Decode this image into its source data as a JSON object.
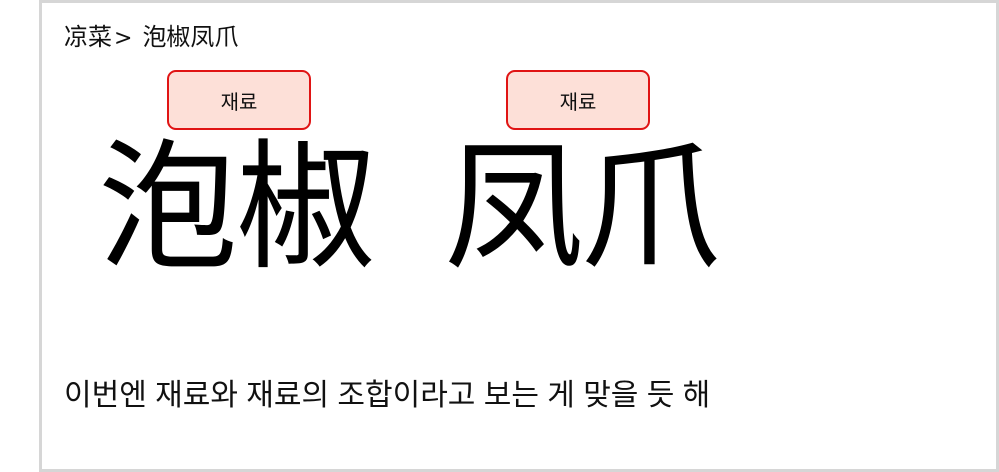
{
  "breadcrumb": {
    "parent": "凉菜",
    "separator": ">",
    "current": "泡椒凤爪"
  },
  "tags": [
    {
      "label": "재료"
    },
    {
      "label": "재료"
    }
  ],
  "words": [
    {
      "text": "泡椒"
    },
    {
      "text": "凤爪"
    }
  ],
  "caption": "이번엔 재료와 재료의 조합이라고 보는 게 맞을 듯 해",
  "colors": {
    "frame_border": "#d6d6d6",
    "tag_border": "#e01414",
    "tag_fill": "#fde0d8",
    "text": "#111111"
  }
}
